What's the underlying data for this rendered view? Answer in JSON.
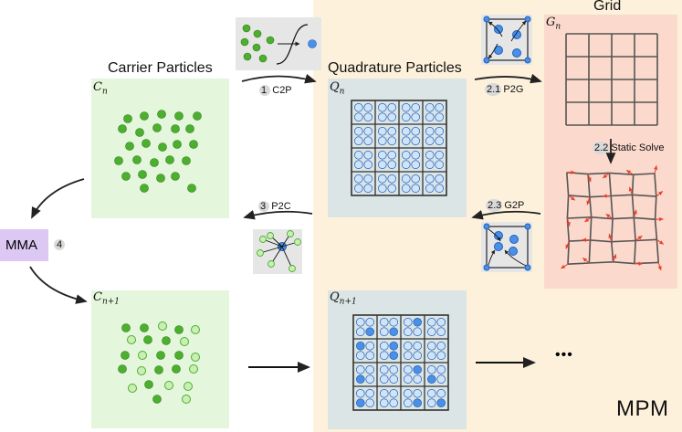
{
  "titles": {
    "carrier": "Carrier Particles",
    "quadrature": "Quadrature Particles",
    "grid": "Grid",
    "mpm": "MPM"
  },
  "math": {
    "cn": "C",
    "cn_sub": "n",
    "cn1": "C",
    "cn1_sub": "n+1",
    "qn": "Q",
    "qn_sub": "n",
    "qn1": "Q",
    "qn1_sub": "n+1",
    "gn": "G",
    "gn_sub": "n"
  },
  "steps": {
    "c2p_num": "1",
    "c2p": "C2P",
    "p2g_num": "2.1",
    "p2g": "P2G",
    "solve_num": "2.2",
    "solve": "Static Solve",
    "g2p_num": "2.3",
    "g2p": "G2P",
    "p2c_num": "3",
    "p2c": "P2C",
    "mma_num": "4"
  },
  "mma": "MMA",
  "ellipsis": "•••",
  "colors": {
    "mpm_bg": "#fdf1dc",
    "carrier_bg": "#e4f6dc",
    "quad_bg": "#dbe5e5",
    "grid_bg": "#fbd9cc",
    "mma_bg": "#dcc8f3",
    "green": "#4caf2e",
    "light_green": "#c9efb5",
    "blue": "#4a90e8",
    "light_blue": "#cfe3fb",
    "red_arrow": "#e8412e",
    "badge": "#d9d9d9"
  }
}
